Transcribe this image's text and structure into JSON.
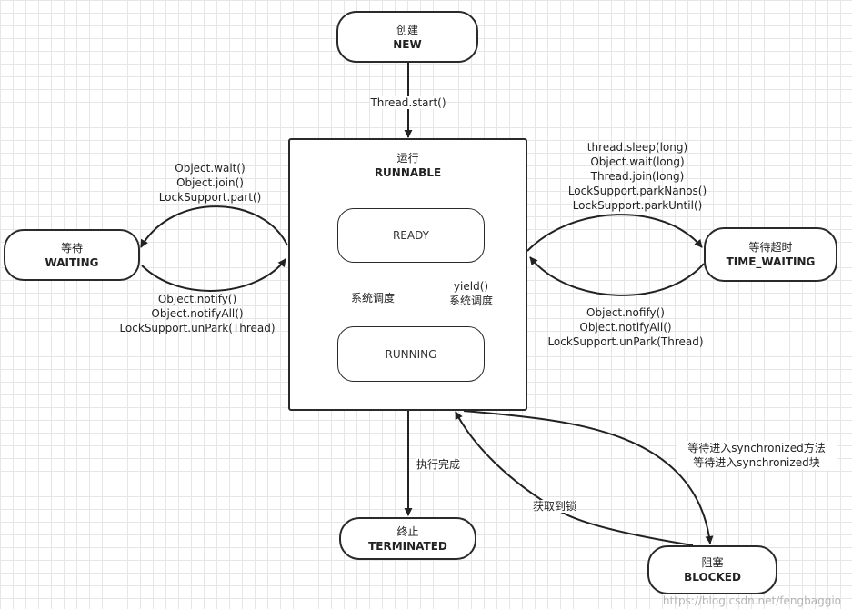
{
  "nodes": {
    "new": {
      "zh": "创建",
      "en": "NEW"
    },
    "runnable": {
      "zh": "运行",
      "en": "RUNNABLE"
    },
    "ready": {
      "label": "READY"
    },
    "running": {
      "label": "RUNNING"
    },
    "waiting": {
      "zh": "等待",
      "en": "WAITING"
    },
    "timed_waiting": {
      "zh": "等待超时",
      "en": "TIME_WAITING"
    },
    "terminated": {
      "zh": "终止",
      "en": "TERMINATED"
    },
    "blocked": {
      "zh": "阻塞",
      "en": "BLOCKED"
    }
  },
  "edges": {
    "start": "Thread.start()",
    "to_waiting": [
      "Object.wait()",
      "Object.join()",
      "LockSupport.part()"
    ],
    "from_waiting": [
      "Object.notify()",
      "Object.notifyAll()",
      "LockSupport.unPark(Thread)"
    ],
    "to_timed": [
      "thread.sleep(long)",
      "Object.wait(long)",
      "Thread.join(long)",
      "LockSupport.parkNanos()",
      "LockSupport.parkUntil()"
    ],
    "from_timed": [
      "Object.nofify()",
      "Object.notifyAll()",
      "LockSupport.unPark(Thread)"
    ],
    "ready_to_running": "系统调度",
    "running_to_ready": [
      "yield()",
      "系统调度"
    ],
    "finish": "执行完成",
    "to_blocked": [
      "等待进入synchronized方法",
      "等待进入synchronized块"
    ],
    "from_blocked": "获取到锁"
  },
  "watermark": "https://blog.csdn.net/fengbaggio"
}
